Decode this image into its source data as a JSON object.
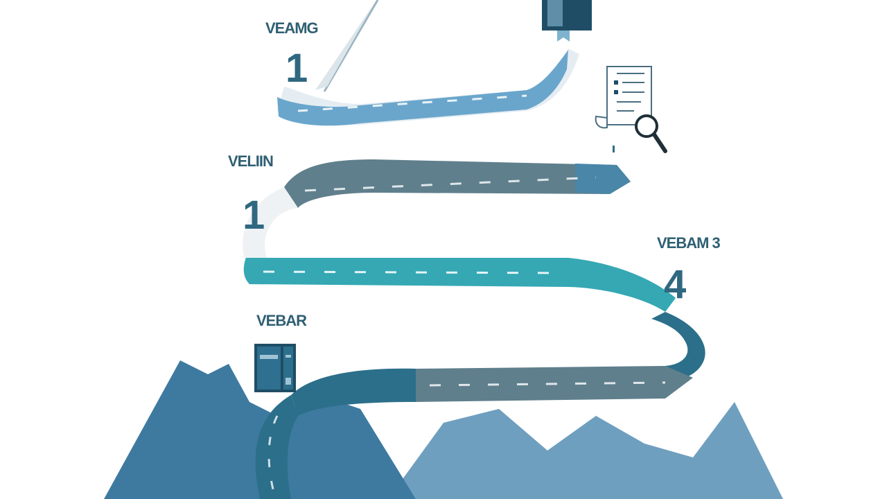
{
  "colors": {
    "road_light": "#6aa6cc",
    "road_slate": "#5f7f8c",
    "road_teal": "#35a8b4",
    "road_dark": "#2c6f8a",
    "mountain": "#3e7aa0",
    "mountain_back": "#6f9fbf",
    "label": "#2f5f73",
    "number": "#2f6880",
    "icon_dark": "#1f4d66"
  },
  "steps": [
    {
      "label": "VEAMG",
      "number": "1"
    },
    {
      "label": "VELIIN",
      "number": "1"
    },
    {
      "label": "VEBAM 3",
      "number": "4"
    },
    {
      "label": "VEBAR",
      "number": ""
    }
  ],
  "icons": {
    "top": "bookmark-icon",
    "document": "document-icon",
    "search": "magnifier-icon",
    "binder": "binder-icon"
  }
}
